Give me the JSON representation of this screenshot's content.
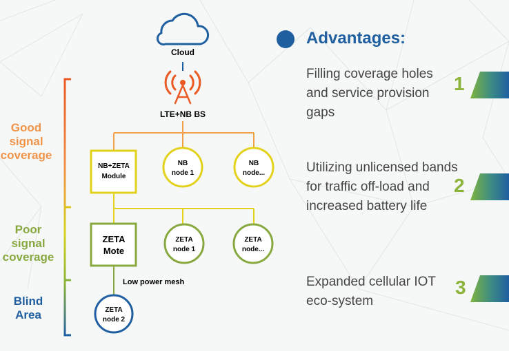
{
  "diagram": {
    "cloud_label": "Cloud",
    "bs_label": "LTE+NB BS",
    "module": [
      "NB+ZETA",
      "Module"
    ],
    "nb_node1": [
      "NB",
      "node 1"
    ],
    "nb_node_more": [
      "NB",
      "node..."
    ],
    "zeta_mote": [
      "ZETA",
      "Mote"
    ],
    "zeta_node1": [
      "ZETA",
      "node 1"
    ],
    "zeta_node_more": [
      "ZETA",
      "node..."
    ],
    "zeta_node2": [
      "ZETA",
      "node 2"
    ],
    "mesh_label": "Low power mesh"
  },
  "coverage": {
    "good": "Good\nsignal\ncoverage",
    "poor": "Poor\nsignal\ncoverage",
    "blind": "Blind\nArea"
  },
  "advantages": {
    "title": "Advantages:",
    "items": [
      {
        "number": "1",
        "text": "Filling coverage holes and service provision gaps"
      },
      {
        "number": "2",
        "text": "Utilizing unlicensed bands for traffic off-load and increased battery life"
      },
      {
        "number": "3",
        "text": "Expanded cellular IOT eco-system"
      }
    ]
  },
  "colors": {
    "blue": "#1f5fa0",
    "orange": "#f0944a",
    "green": "#8cb33a",
    "yellow": "#e3d21c",
    "olive": "#88a840",
    "red_orange": "#ec5a24"
  }
}
